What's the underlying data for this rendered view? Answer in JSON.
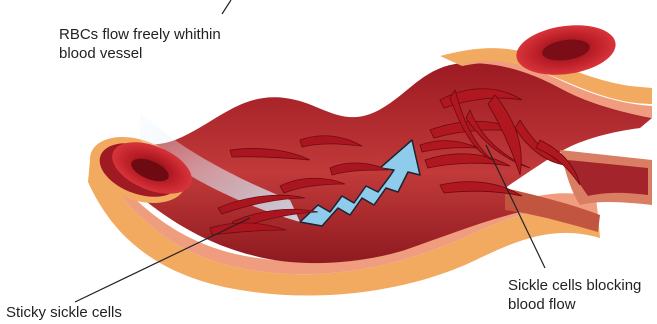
{
  "labels": {
    "rbc_flow": {
      "line1": "RBCs flow freely whithin",
      "line2": "blood vessel"
    },
    "sickle_blocking": {
      "line1": "Sickle cells blocking",
      "line2": "blood flow"
    },
    "sticky_sickle": {
      "line1": "Sticky sickle cells"
    }
  },
  "colors": {
    "outer_wall": "#f2a960",
    "wall_band": "#ef9d7e",
    "lumen": "#b5252a",
    "lumen_dark": "#7a1018",
    "normal_rbc": "#c01e27",
    "sickle_cell": "#a9161f",
    "flow_arrow": "#8fcbea",
    "pointer_line": "#222222"
  },
  "icons": {
    "flow_arrow": "blue-zigzag-flow-arrow",
    "normal_rbc": "red-biconcave-disc",
    "sickle_cell": "crescent-sickle-cell"
  }
}
